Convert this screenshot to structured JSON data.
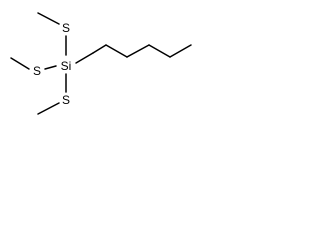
{
  "molecule": {
    "atoms": {
      "si": "Si",
      "s_top": "S",
      "s_left": "S",
      "s_bottom": "S"
    },
    "colors": {
      "bond": "#000000",
      "label": "#000000",
      "background": "#ffffff"
    }
  }
}
